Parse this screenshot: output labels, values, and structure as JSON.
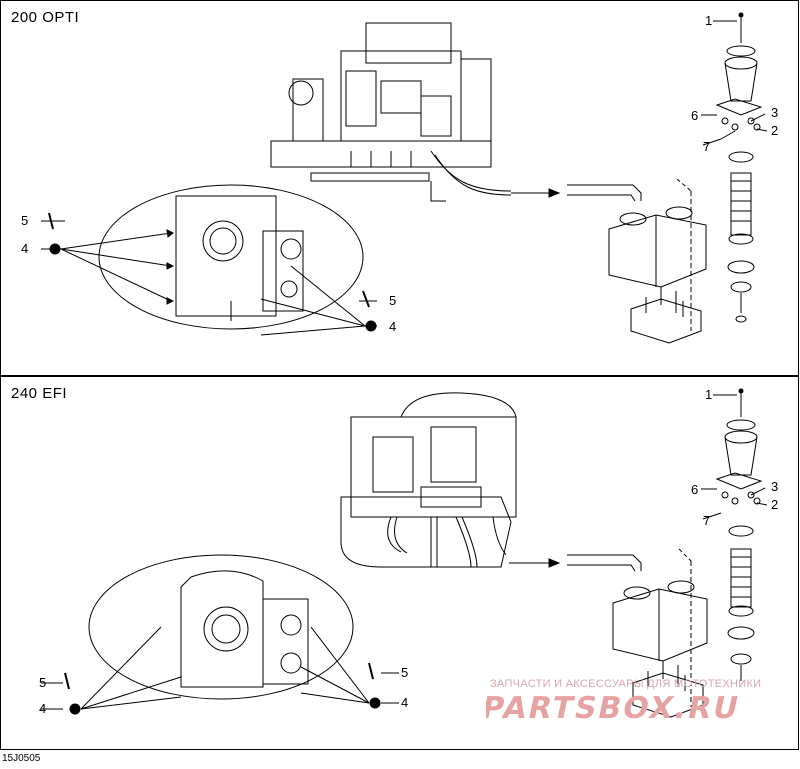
{
  "panels": [
    {
      "title": "200 OPTI",
      "callouts": {
        "c1": "1",
        "c2": "2",
        "c3": "3",
        "c4": "4",
        "c5": "5",
        "c6": "6",
        "c7": "7"
      }
    },
    {
      "title": "240 EFI",
      "callouts": {
        "c1": "1",
        "c2": "2",
        "c3": "3",
        "c4": "4",
        "c5": "5",
        "c6": "6",
        "c7": "7"
      }
    }
  ],
  "footer_code": "15J0505",
  "watermark": {
    "line1": "ЗАПЧАСТИ И АКСЕССУАРЫ ДЛЯ МОТОТЕХНИКИ",
    "logo": "PARTSBOX.RU"
  },
  "colors": {
    "line": "#000000",
    "watermark": "#e0a0a0"
  }
}
